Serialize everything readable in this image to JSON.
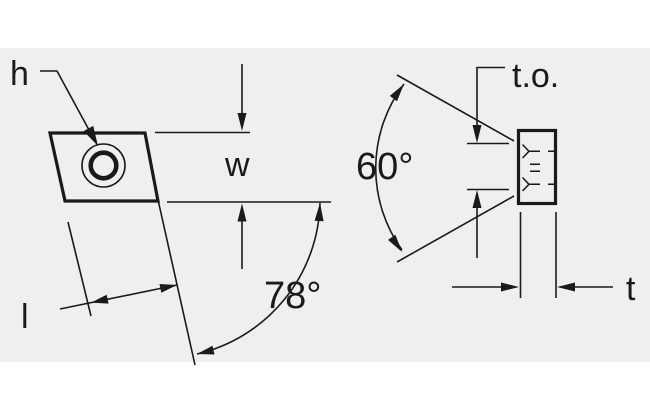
{
  "figure": {
    "background": "#ffffff",
    "panel_background": "#efefef",
    "line_color": "#1a1a1a"
  },
  "labels": {
    "hole_diameter": "h",
    "width": "w",
    "length": "l",
    "thickness": "t",
    "tip_offset": "t.o.",
    "front_angle": "78°",
    "side_angle": "60°"
  }
}
